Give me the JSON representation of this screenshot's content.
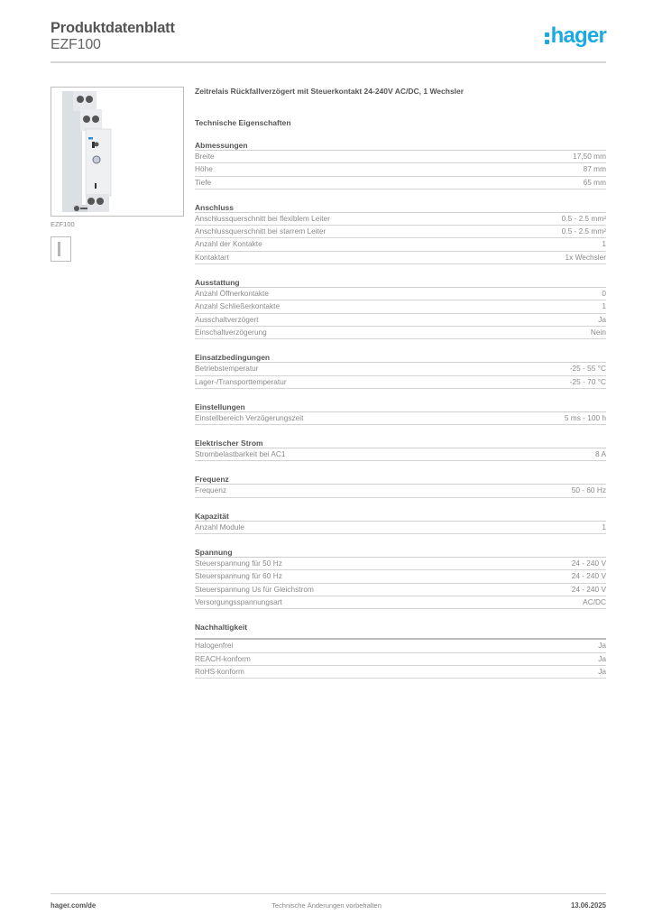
{
  "header": {
    "title": "Produktdatenblatt",
    "subtitle": "EZF100",
    "logo_text": "hager",
    "logo_color": "#1ba9e1"
  },
  "product": {
    "image_caption": "EZF100",
    "image_icon": "din-rail-relay-image",
    "symbol_icon": "product-label-icon",
    "description": "Zeitrelais Rückfallverzögert mit Steuerkontakt 24-240V AC/DC, 1 Wechsler"
  },
  "technical": {
    "title": "Technische Eigenschaften",
    "sections": [
      {
        "title": "Abmessungen",
        "rows": [
          {
            "label": "Breite",
            "value": "17,50 mm"
          },
          {
            "label": "Höhe",
            "value": "87 mm"
          },
          {
            "label": "Tiefe",
            "value": "65 mm"
          }
        ]
      },
      {
        "title": "Anschluss",
        "rows": [
          {
            "label": "Anschlussquerschnitt bei flexiblem Leiter",
            "value": "0.5 - 2.5 mm²"
          },
          {
            "label": "Anschlussquerschnitt bei starrem Leiter",
            "value": "0.5 - 2.5 mm²"
          },
          {
            "label": "Anzahl der Kontakte",
            "value": "1"
          },
          {
            "label": "Kontaktart",
            "value": "1x Wechsler"
          }
        ]
      },
      {
        "title": "Ausstattung",
        "rows": [
          {
            "label": "Anzahl Öffnerkontakte",
            "value": "0"
          },
          {
            "label": "Anzahl Schließerkontakte",
            "value": "1"
          },
          {
            "label": "Ausschaltverzögert",
            "value": "Ja"
          },
          {
            "label": "Einschaltverzögerung",
            "value": "Nein"
          }
        ]
      },
      {
        "title": "Einsatzbedingungen",
        "rows": [
          {
            "label": "Betriebstemperatur",
            "value": "-25 - 55 °C"
          },
          {
            "label": "Lager-/Transporttemperatur",
            "value": "-25 - 70 °C"
          }
        ]
      },
      {
        "title": "Einstellungen",
        "rows": [
          {
            "label": "Einstellbereich Verzögerungszeit",
            "value": "5 ms - 100 h"
          }
        ]
      },
      {
        "title": "Elektrischer Strom",
        "rows": [
          {
            "label": "Strombelastbarkeit bei AC1",
            "value": "8 A"
          }
        ]
      },
      {
        "title": "Frequenz",
        "rows": [
          {
            "label": "Frequenz",
            "value": "50 - 60 Hz"
          }
        ]
      },
      {
        "title": "Kapazität",
        "rows": [
          {
            "label": "Anzahl Module",
            "value": "1"
          }
        ]
      },
      {
        "title": "Spannung",
        "rows": [
          {
            "label": "Steuerspannung für 50 Hz",
            "value": "24 - 240 V"
          },
          {
            "label": "Steuerspannung für 60 Hz",
            "value": "24 - 240 V"
          },
          {
            "label": "Steuerspannung Us für Gleichstrom",
            "value": "24 - 240 V"
          },
          {
            "label": "Versorgungsspannungsart",
            "value": "AC/DC"
          }
        ]
      },
      {
        "title": "Nachhaltigkeit",
        "rows": [
          {
            "label": "Halogenfrei",
            "value": "Ja"
          },
          {
            "label": "REACH-konform",
            "value": "Ja"
          },
          {
            "label": "RoHS-konform",
            "value": "Ja"
          }
        ]
      }
    ]
  },
  "footer": {
    "website": "hager.com/de",
    "notice": "Technische Änderungen vorbehalten",
    "date": "13.06.2025"
  }
}
